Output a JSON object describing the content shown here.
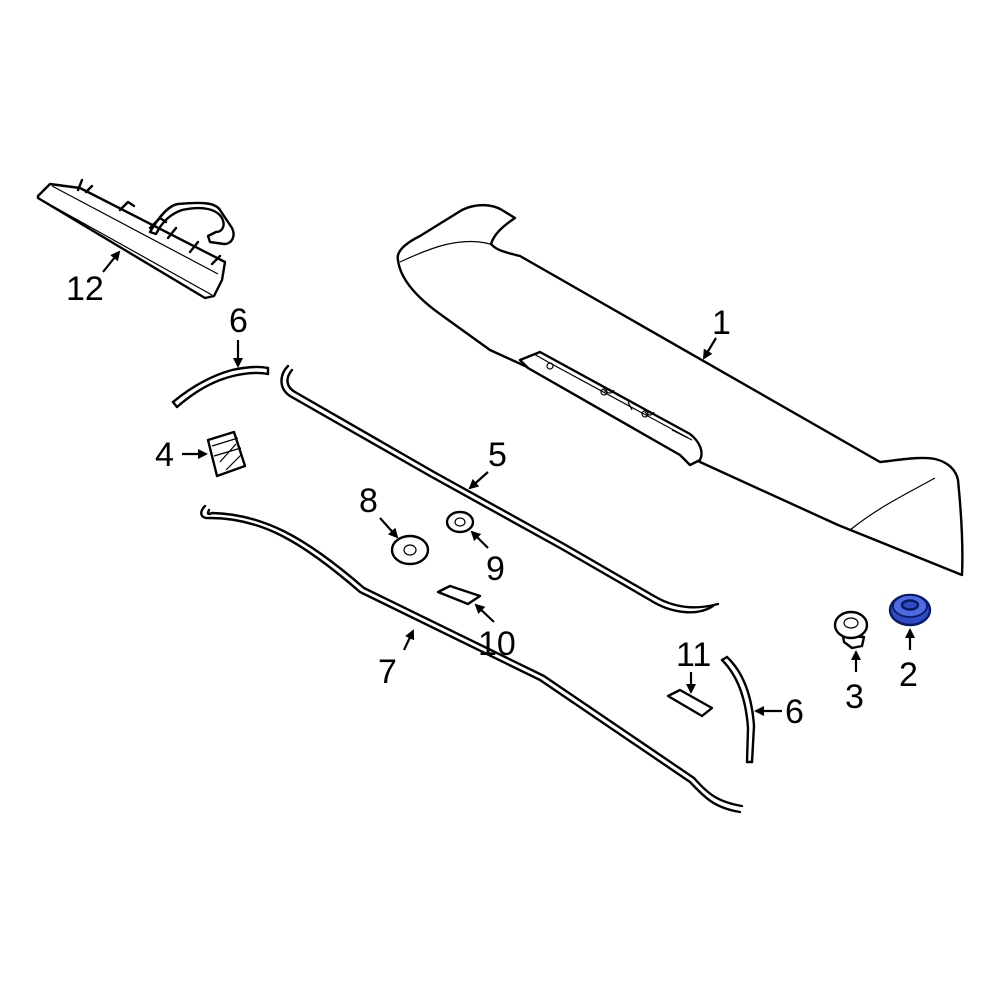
{
  "callouts": [
    {
      "id": "1",
      "label": "1"
    },
    {
      "id": "2",
      "label": "2"
    },
    {
      "id": "3",
      "label": "3"
    },
    {
      "id": "4",
      "label": "4"
    },
    {
      "id": "5",
      "label": "5"
    },
    {
      "id": "6a",
      "label": "6"
    },
    {
      "id": "6b",
      "label": "6"
    },
    {
      "id": "7",
      "label": "7"
    },
    {
      "id": "8",
      "label": "8"
    },
    {
      "id": "9",
      "label": "9"
    },
    {
      "id": "10",
      "label": "10"
    },
    {
      "id": "11",
      "label": "11"
    },
    {
      "id": "12",
      "label": "12"
    }
  ],
  "highlight": {
    "part": "2",
    "color": "#2f4cc4"
  }
}
